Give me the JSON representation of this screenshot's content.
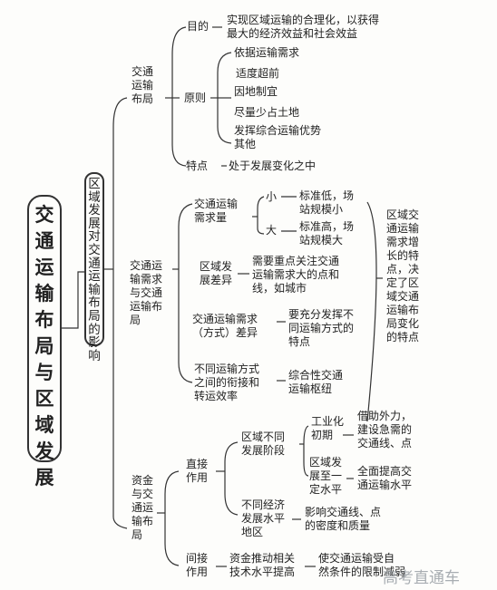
{
  "main_title": "交\n通\n运\n输\n布\n局\n与\n区\n域\n发\n展",
  "sub_title": "区\n域\n发\n展\n对\n交\n通\n运\n输\n布\n局\n的\n影\n响",
  "sections": {
    "s1": {
      "label": "交通\n运输\n布局",
      "goal_label": "目的",
      "goal_text": "实现区域运输的合理化，以获得\n最大的经济效益和社会效益",
      "principle_label": "原则",
      "principles": [
        "依据运输需求",
        "适度超前",
        "因地制宜",
        "尽量少占土地",
        "发挥综合运输优势",
        "其他"
      ],
      "feature_label": "特点",
      "feature_text": "处于发展变化之中"
    },
    "s2": {
      "label": "交通运\n输需求\n与交通\n运输布\n局",
      "demand_label": "交通运输\n需求量",
      "small": "小",
      "small_text": "标准低，场\n站规模小",
      "large": "大",
      "large_text": "标准高，场\n站规模大",
      "diff_label": "区域发\n展差异",
      "diff_text": "需要重点关注交通\n运输需求大的点和\n线，如城市",
      "mode_label": "交通运输需求\n（方式）差异",
      "mode_text": "要充分发挥不\n同运输方式的\n特点",
      "connect_label": "不同运输方式\n之间的衔接和\n转运效率",
      "connect_text": "综合性交通\n运输枢纽",
      "summary": "区域交\n通运输\n需求增\n长的特\n点，决\n定了区\n域交通\n运输布\n局变化\n的特点"
    },
    "s3": {
      "label": "资金\n与交\n通运\n输布\n局",
      "direct_label": "直接\n作用",
      "stage_label": "区域不同\n发展阶段",
      "early_label": "工业化\n初期",
      "early_text": "借助外力，\n建设急需的\n交通线、点",
      "later_label": "区域发\n展至一\n定水平",
      "later_text": "全面提高交\n通运输水平",
      "level_label": "不同经济\n发展水平\n地区",
      "level_text": "影响交通线、点\n的密度和质量",
      "indirect_label": "间接\n作用",
      "indirect_mid": "资金推动相关\n技术水平提高",
      "indirect_text": "使交通运输受自\n然条件的限制减弱"
    }
  },
  "watermark": "高考直通车"
}
